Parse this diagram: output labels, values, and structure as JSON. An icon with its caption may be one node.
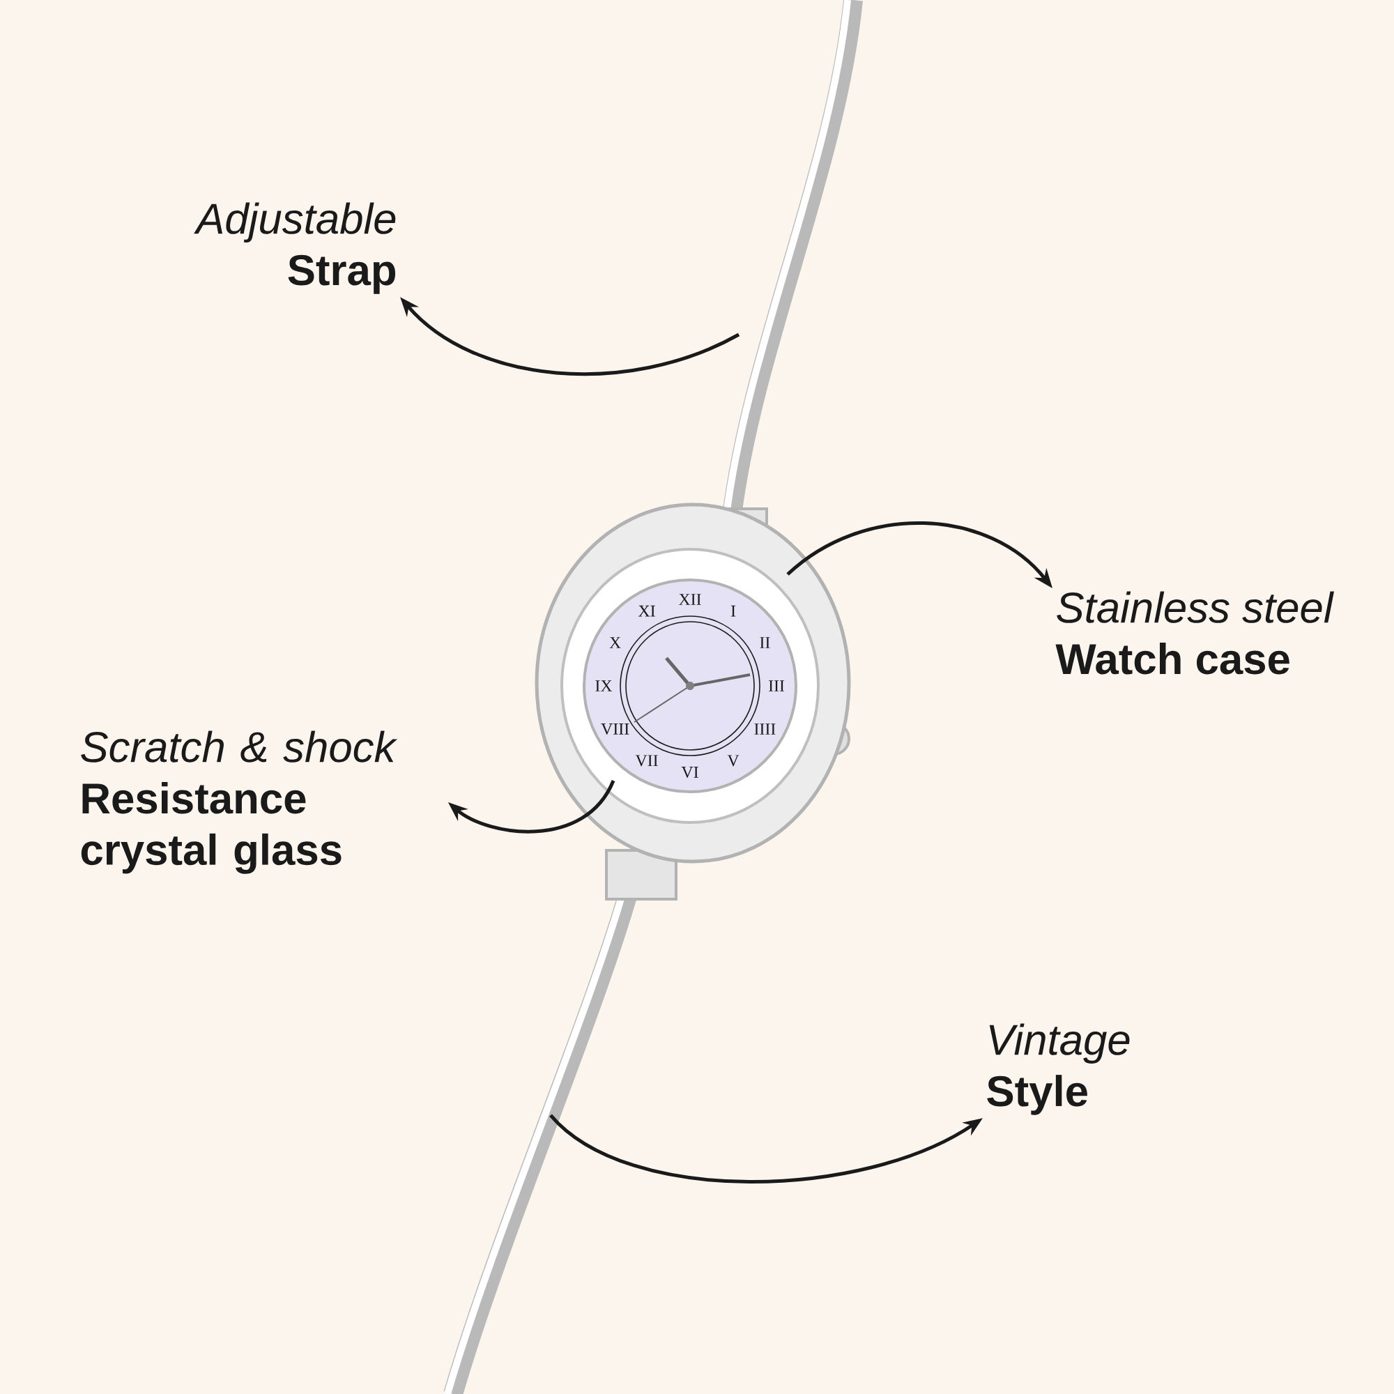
{
  "diagram": {
    "nodes": [
      {
        "text": [
          "Adjustable",
          "Strap"
        ]
      },
      {
        "text": [
          "Stainless steel",
          "Watch case"
        ]
      },
      {
        "text": [
          "Scratch & shock",
          "Resistance crystal glass"
        ]
      },
      {
        "text": [
          "Vintage",
          "Style"
        ]
      }
    ],
    "edges": [
      {
        "from": null,
        "to": 0,
        "arrow": "to"
      },
      {
        "from": null,
        "to": 1,
        "arrow": "to"
      },
      {
        "from": null,
        "to": 2,
        "arrow": "to"
      },
      {
        "from": null,
        "to": 3,
        "arrow": "to"
      }
    ],
    "labels": [
      "XII",
      "I",
      "II",
      "III",
      "IIII",
      "V",
      "VI",
      "VII",
      "VIII",
      "IX",
      "X",
      "XI"
    ]
  }
}
